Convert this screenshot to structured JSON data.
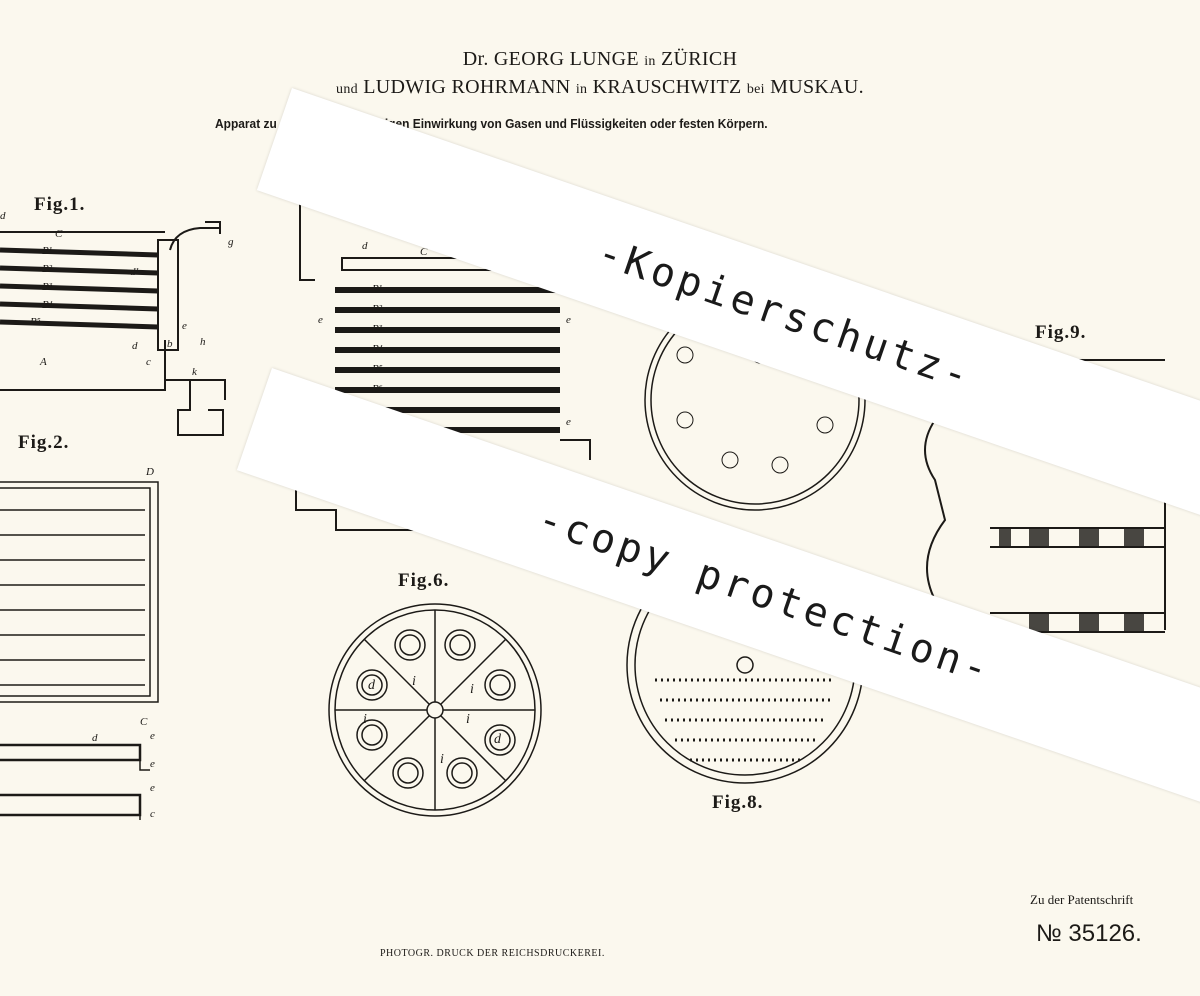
{
  "header": {
    "line1_parts": [
      "Dr. GEORG LUNGE",
      "in",
      "ZÜRICH"
    ],
    "line2_parts": [
      "und",
      "LUDWIG ROHRMANN",
      "in",
      "KRAUSCHWITZ",
      "bei",
      "MUSKAU."
    ],
    "subtitle_left": "Apparat zu",
    "subtitle_right": "eitigen Einwirkung von Gasen und Flüssigkeiten oder festen Körpern."
  },
  "figures": {
    "fig1": "Fig.1.",
    "fig2": "Fig.2.",
    "fig6": "Fig.6.",
    "fig8": "Fig.8.",
    "fig9": "Fig.9."
  },
  "labels": {
    "fig1": [
      "d",
      "C",
      "B¹",
      "B²",
      "B³",
      "B⁴",
      "B⁵",
      "d¹",
      "d",
      "e",
      "h",
      "b",
      "c",
      "k",
      "g",
      "A"
    ],
    "fig2": [
      "D",
      "C",
      "d",
      "e",
      "e",
      "e",
      "c"
    ],
    "fig3": [
      "d",
      "C",
      "e",
      "e",
      "B¹",
      "B²",
      "B³",
      "B⁴",
      "B⁵",
      "B⁶",
      "e"
    ],
    "fig6": [
      "d",
      "i",
      "i",
      "i",
      "i",
      "i",
      "d"
    ]
  },
  "watermarks": {
    "banner1": "-Kopierschutz-",
    "banner2": "-copy protection-"
  },
  "footer": {
    "printer": "PHOTOGR. DRUCK DER REICHSDRUCKEREI.",
    "patent_caption": "Zu der Patentschrift",
    "patent_number": "№ 35126."
  },
  "colors": {
    "paper": "#fbf8ee",
    "ink": "#1c1a17",
    "banner": "#ffffff"
  }
}
